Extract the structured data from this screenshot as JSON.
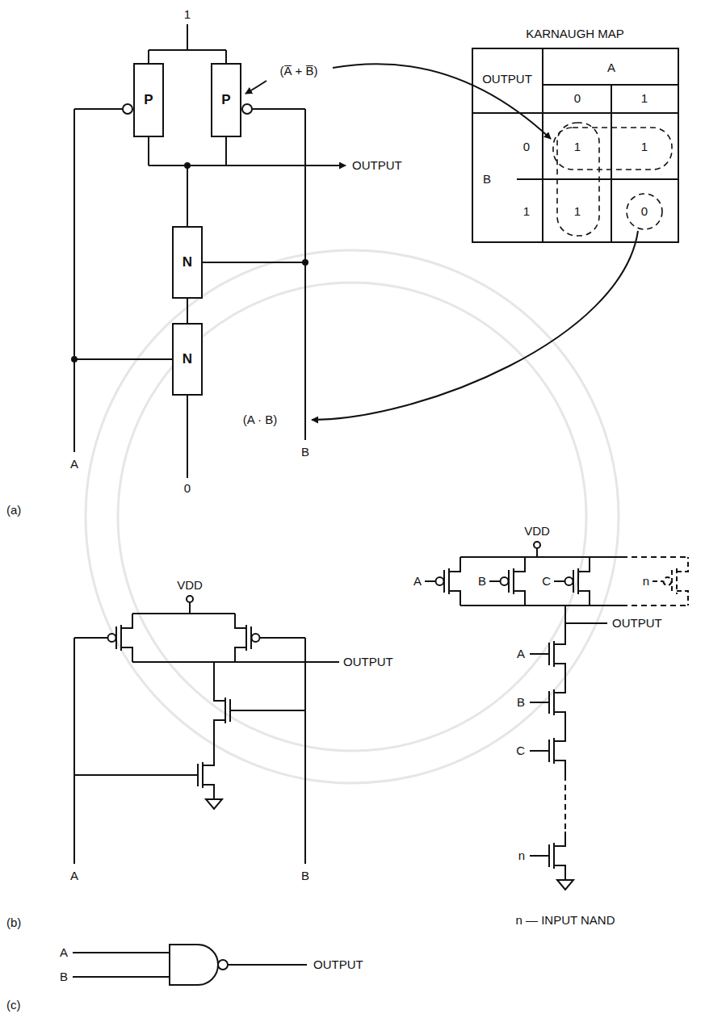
{
  "diagram": {
    "nodes": [
      {
        "text": [
          "P"
        ]
      },
      {
        "text": [
          "P"
        ]
      },
      {
        "text": [
          "N"
        ]
      },
      {
        "text": [
          "N"
        ]
      }
    ],
    "edges": [
      {
        "from": 2,
        "to": 3,
        "arrow": "none"
      }
    ],
    "labels": [
      "1",
      "KARNAUGH MAP",
      "OUTPUT",
      "A",
      "0",
      "1",
      "B",
      "0",
      "1",
      "1",
      "1",
      "1",
      "0",
      "(A̅ + B̅)",
      "OUTPUT",
      "(A · B)",
      "A",
      "B",
      "0",
      "(a)",
      "VDD",
      "OUTPUT",
      "A",
      "B",
      "VDD",
      "A",
      "B",
      "C",
      "n",
      "OUTPUT",
      "A",
      "B",
      "C",
      "n",
      "n — INPUT NAND",
      "(b)",
      "A",
      "B",
      "OUTPUT",
      "(c)"
    ]
  }
}
